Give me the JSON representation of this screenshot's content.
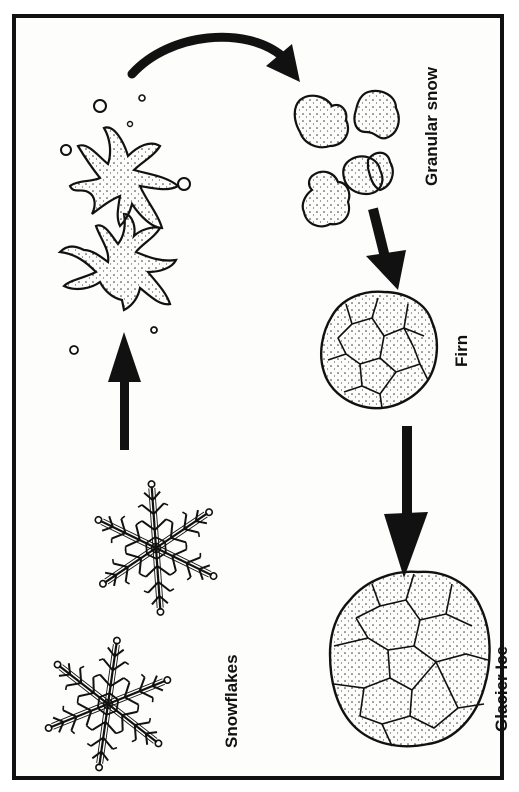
{
  "labels": {
    "snowflakes": "Snowflakes",
    "granular_snow": "Granular snow",
    "firn": "Firn",
    "glacier_ice": "Glacier Ice"
  },
  "colors": {
    "ink": "#111111",
    "paper": "#fdfdfb"
  }
}
